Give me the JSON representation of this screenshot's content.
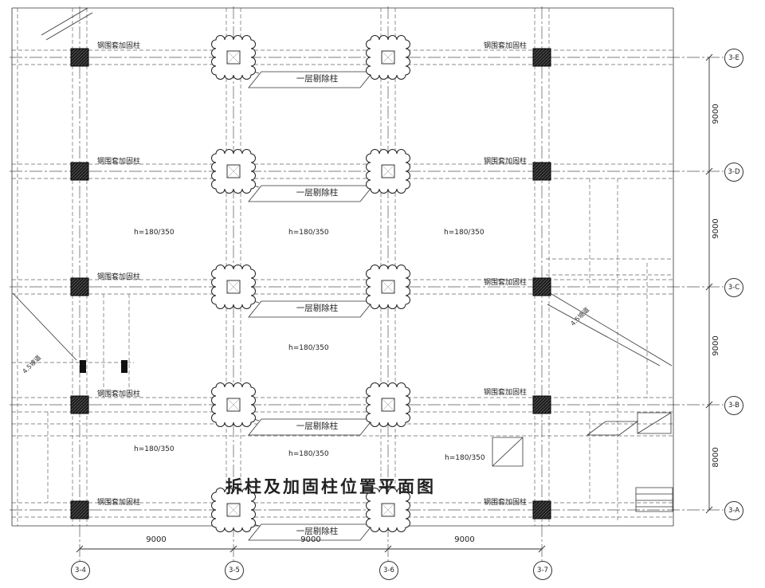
{
  "title": "拆柱及加固柱位置平面图",
  "labels": {
    "reinforced_column": "钢围套加固柱",
    "removed_column": "一层剔除柱",
    "slab_note": "h=180/350",
    "ramp_note": "4.5坡道"
  },
  "axes": {
    "rows": [
      "3-E",
      "3-D",
      "3-C",
      "3-B",
      "3-A"
    ],
    "cols": [
      "3-4",
      "3-5",
      "3-6",
      "3-7"
    ]
  },
  "dimensions": {
    "right": [
      "9000",
      "9000",
      "9000",
      "8000"
    ],
    "bottom": [
      "9000",
      "9000",
      "9000"
    ]
  }
}
